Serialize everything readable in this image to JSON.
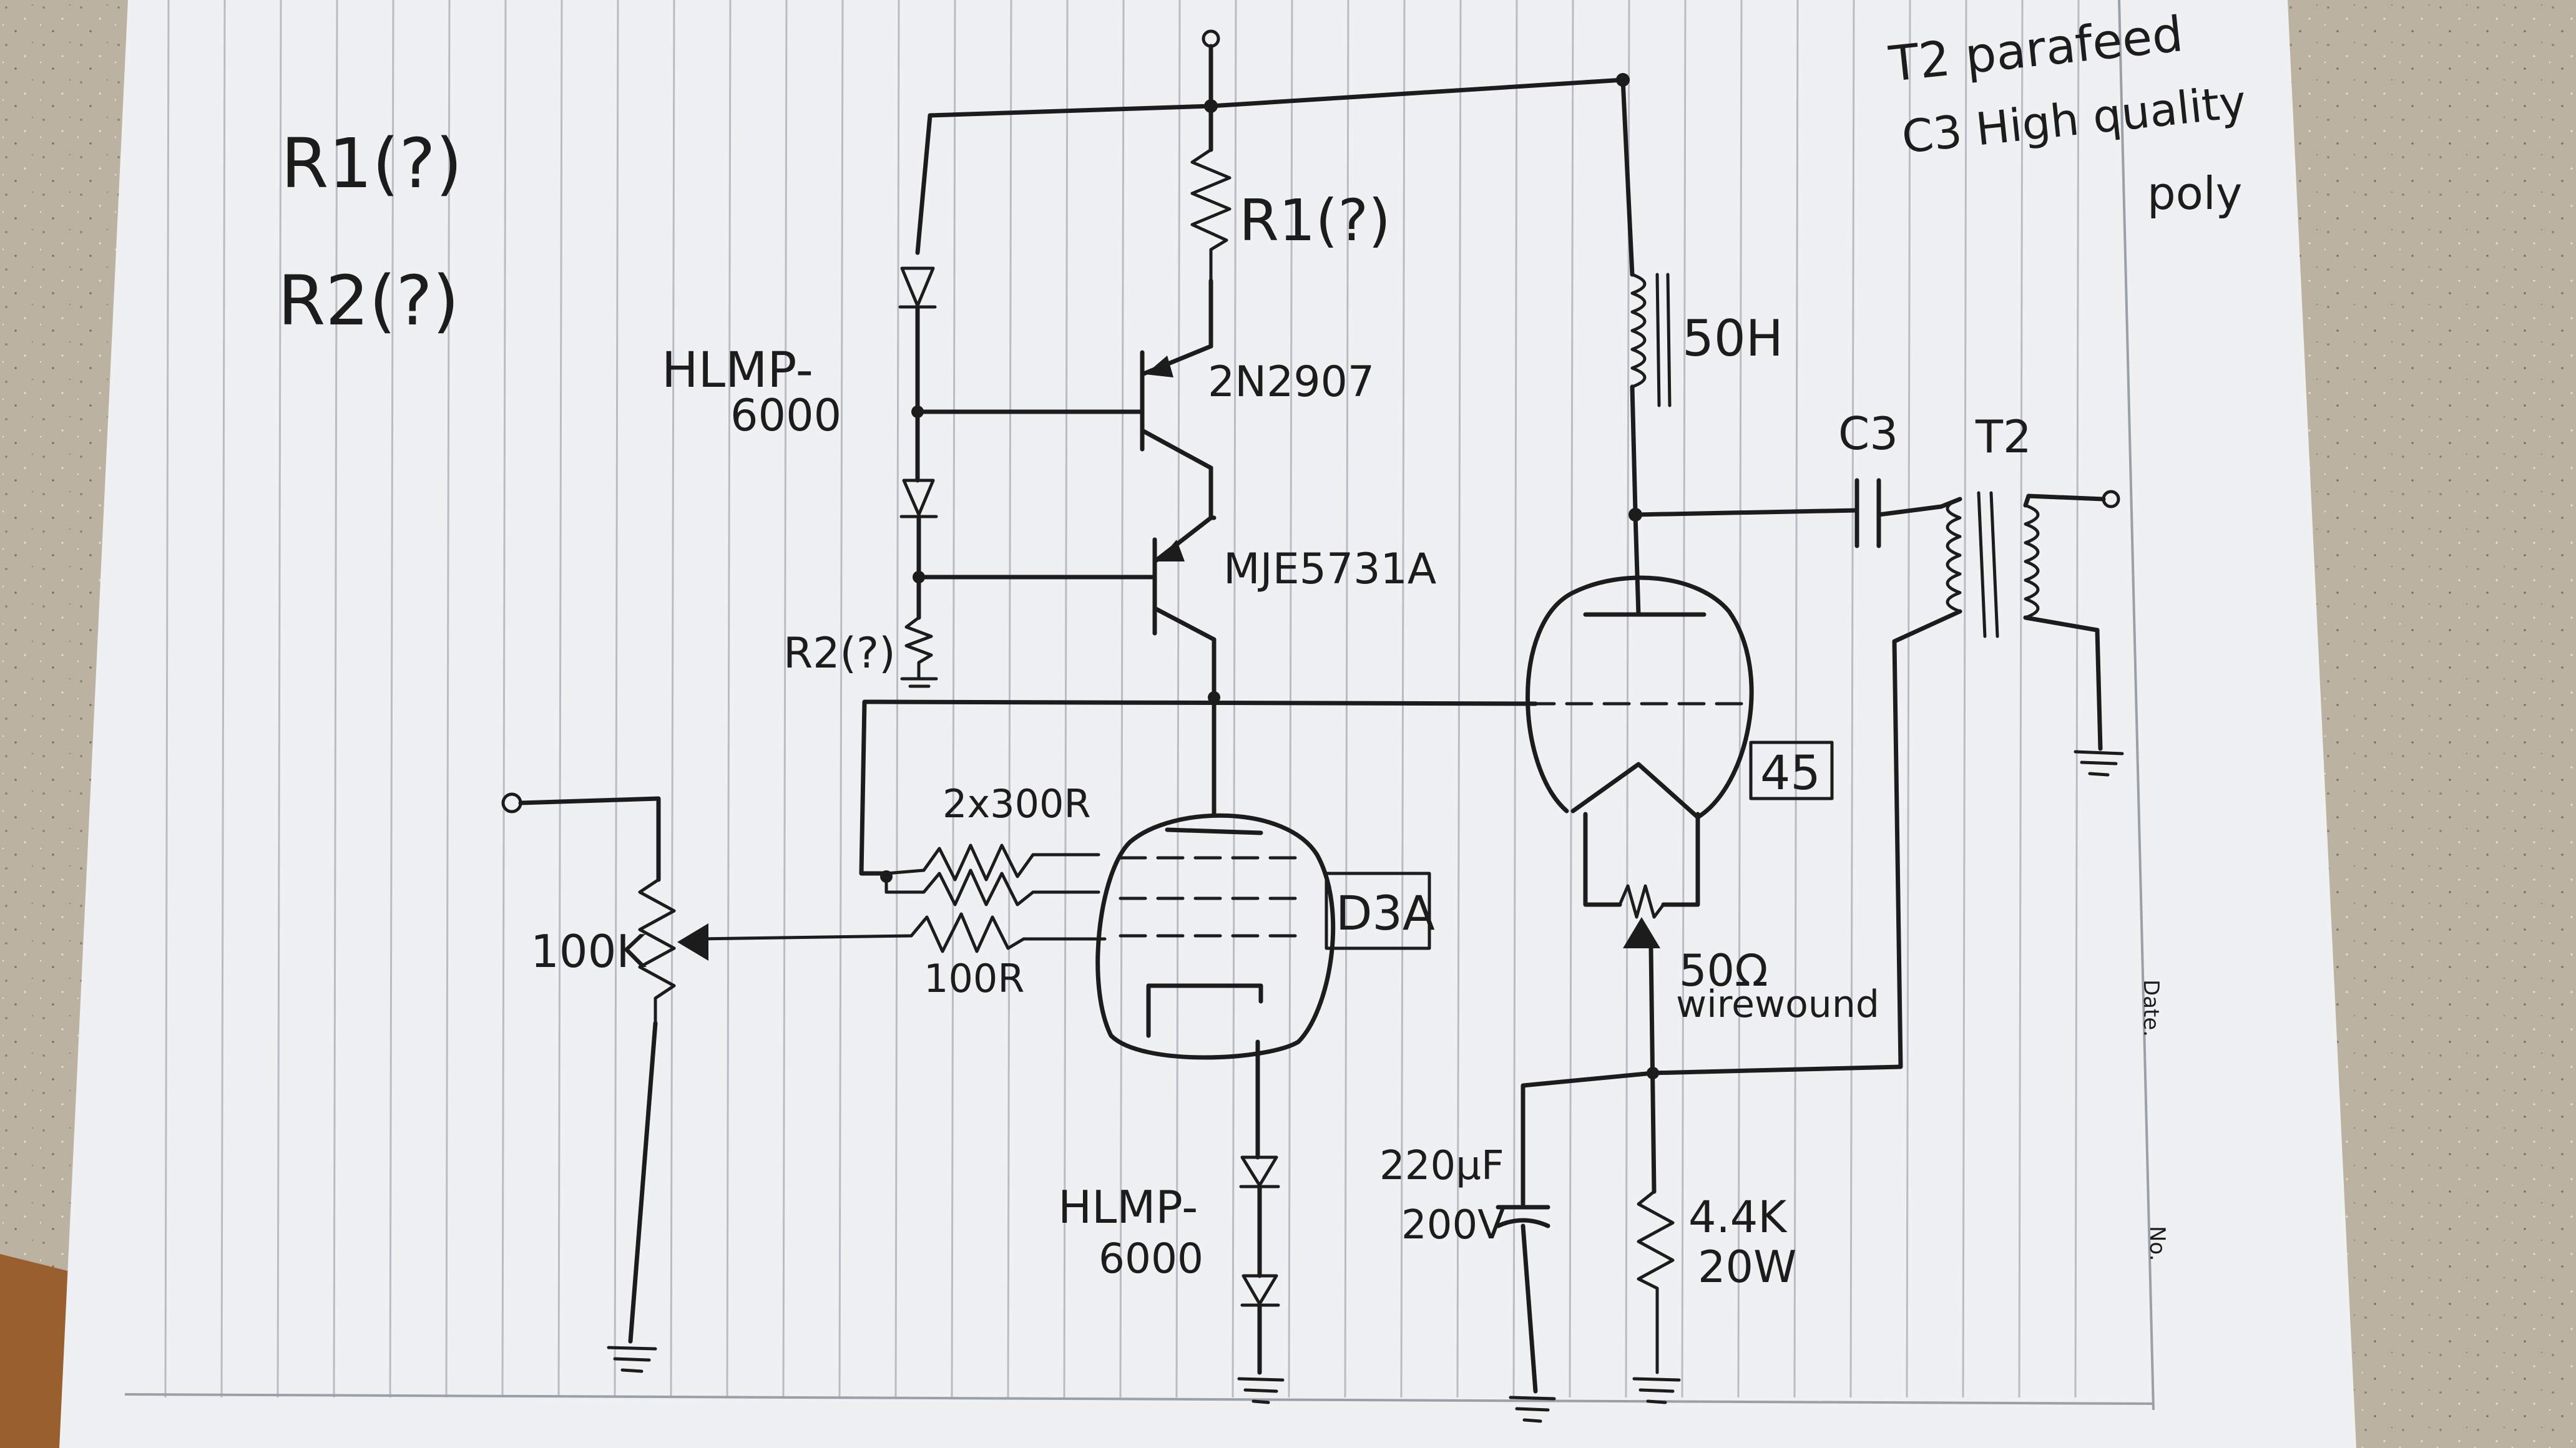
{
  "notes": {
    "r1_query": "R1(?)",
    "r2_query": "R2(?)",
    "t2_note": "T2 parafeed",
    "c3_note": "C3 High quality",
    "poly_note": "poly"
  },
  "components": {
    "r1": "R1(?)",
    "r2": "R2(?)",
    "q1": "2N2907",
    "q2": "MJE5731A",
    "led_top": [
      "HLMP-",
      "6000"
    ],
    "led_bottom": [
      "HLMP-",
      "6000"
    ],
    "grid_stoppers": "2x300R",
    "input_stopper": "100R",
    "pot": "100K",
    "tube_driver": "D3A",
    "tube_output": "45",
    "choke": "50H",
    "coupling_cap": "C3",
    "transformer": "T2",
    "hum_pot": [
      "50Ω",
      "wirewound"
    ],
    "bypass_cap": [
      "220μF",
      "200V"
    ],
    "cathode_res": [
      "4.4K",
      "20W"
    ]
  },
  "paper": {
    "date_label": "Date.",
    "no_label": "No."
  }
}
